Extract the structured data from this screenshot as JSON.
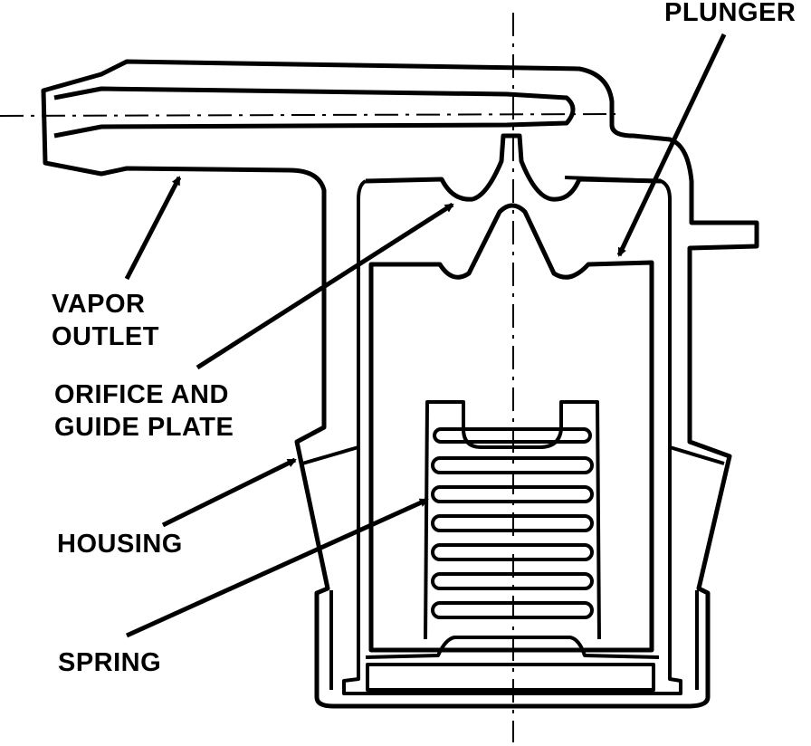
{
  "labels": {
    "plunger": "PLUNGER",
    "vapor_outlet": [
      "VAPOR",
      "OUTLET"
    ],
    "orifice_guide_plate": [
      "ORIFICE AND",
      "GUIDE PLATE"
    ],
    "housing": "HOUSING",
    "spring": "SPRING"
  },
  "colors": {
    "ink": "#000000",
    "background": "#ffffff"
  }
}
